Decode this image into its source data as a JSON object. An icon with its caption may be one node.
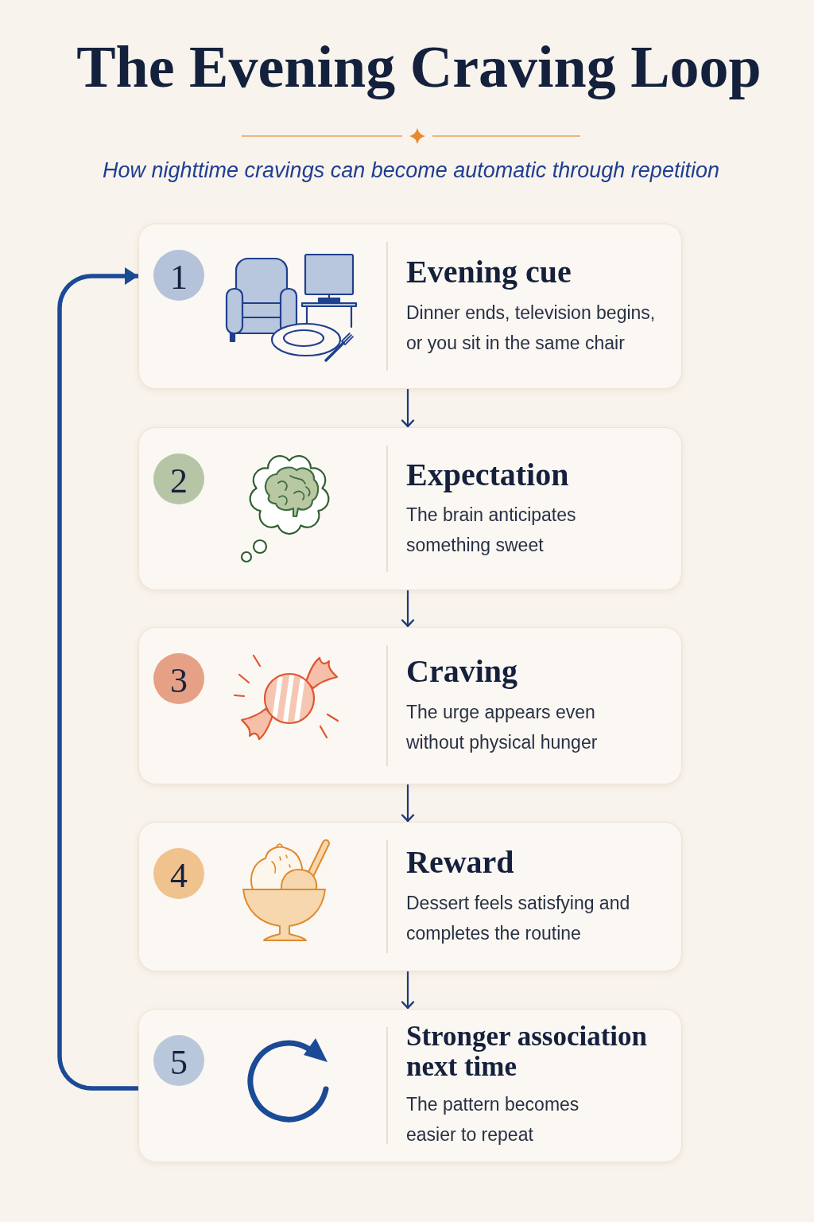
{
  "diagram": {
    "title": "The Evening Craving Loop",
    "nodes": [
      {
        "text": [
          "Evening cue",
          "Dinner ends, television begins, or you sit in the same chair"
        ]
      },
      {
        "text": [
          "1"
        ],
        "in": 0
      },
      {
        "text": [
          "Expectation",
          "The brain anticipates something sweet"
        ]
      },
      {
        "text": [
          "2"
        ],
        "in": 2
      },
      {
        "text": [
          "Craving",
          "The urge appears even without physical hunger"
        ]
      },
      {
        "text": [
          "3"
        ],
        "in": 4
      },
      {
        "text": [
          "Reward",
          "Dessert feels satisfying and completes the routine"
        ]
      },
      {
        "text": [
          "4"
        ],
        "in": 6
      },
      {
        "text": [
          "Stronger association next time",
          "The pattern becomes easier to repeat"
        ]
      },
      {
        "text": [
          "5"
        ],
        "in": 8
      }
    ],
    "edges": [
      {
        "from": 0,
        "to": 2,
        "arrow": "to"
      },
      {
        "from": 2,
        "to": 4,
        "arrow": "to"
      },
      {
        "from": 4,
        "to": 6,
        "arrow": "to"
      },
      {
        "from": 6,
        "to": 8,
        "arrow": "to"
      },
      {
        "from": 8,
        "to": 0,
        "arrow": "to",
        "style": "thick"
      }
    ],
    "labels": [
      "How nighttime cravings can become automatic through repetition"
    ]
  }
}
